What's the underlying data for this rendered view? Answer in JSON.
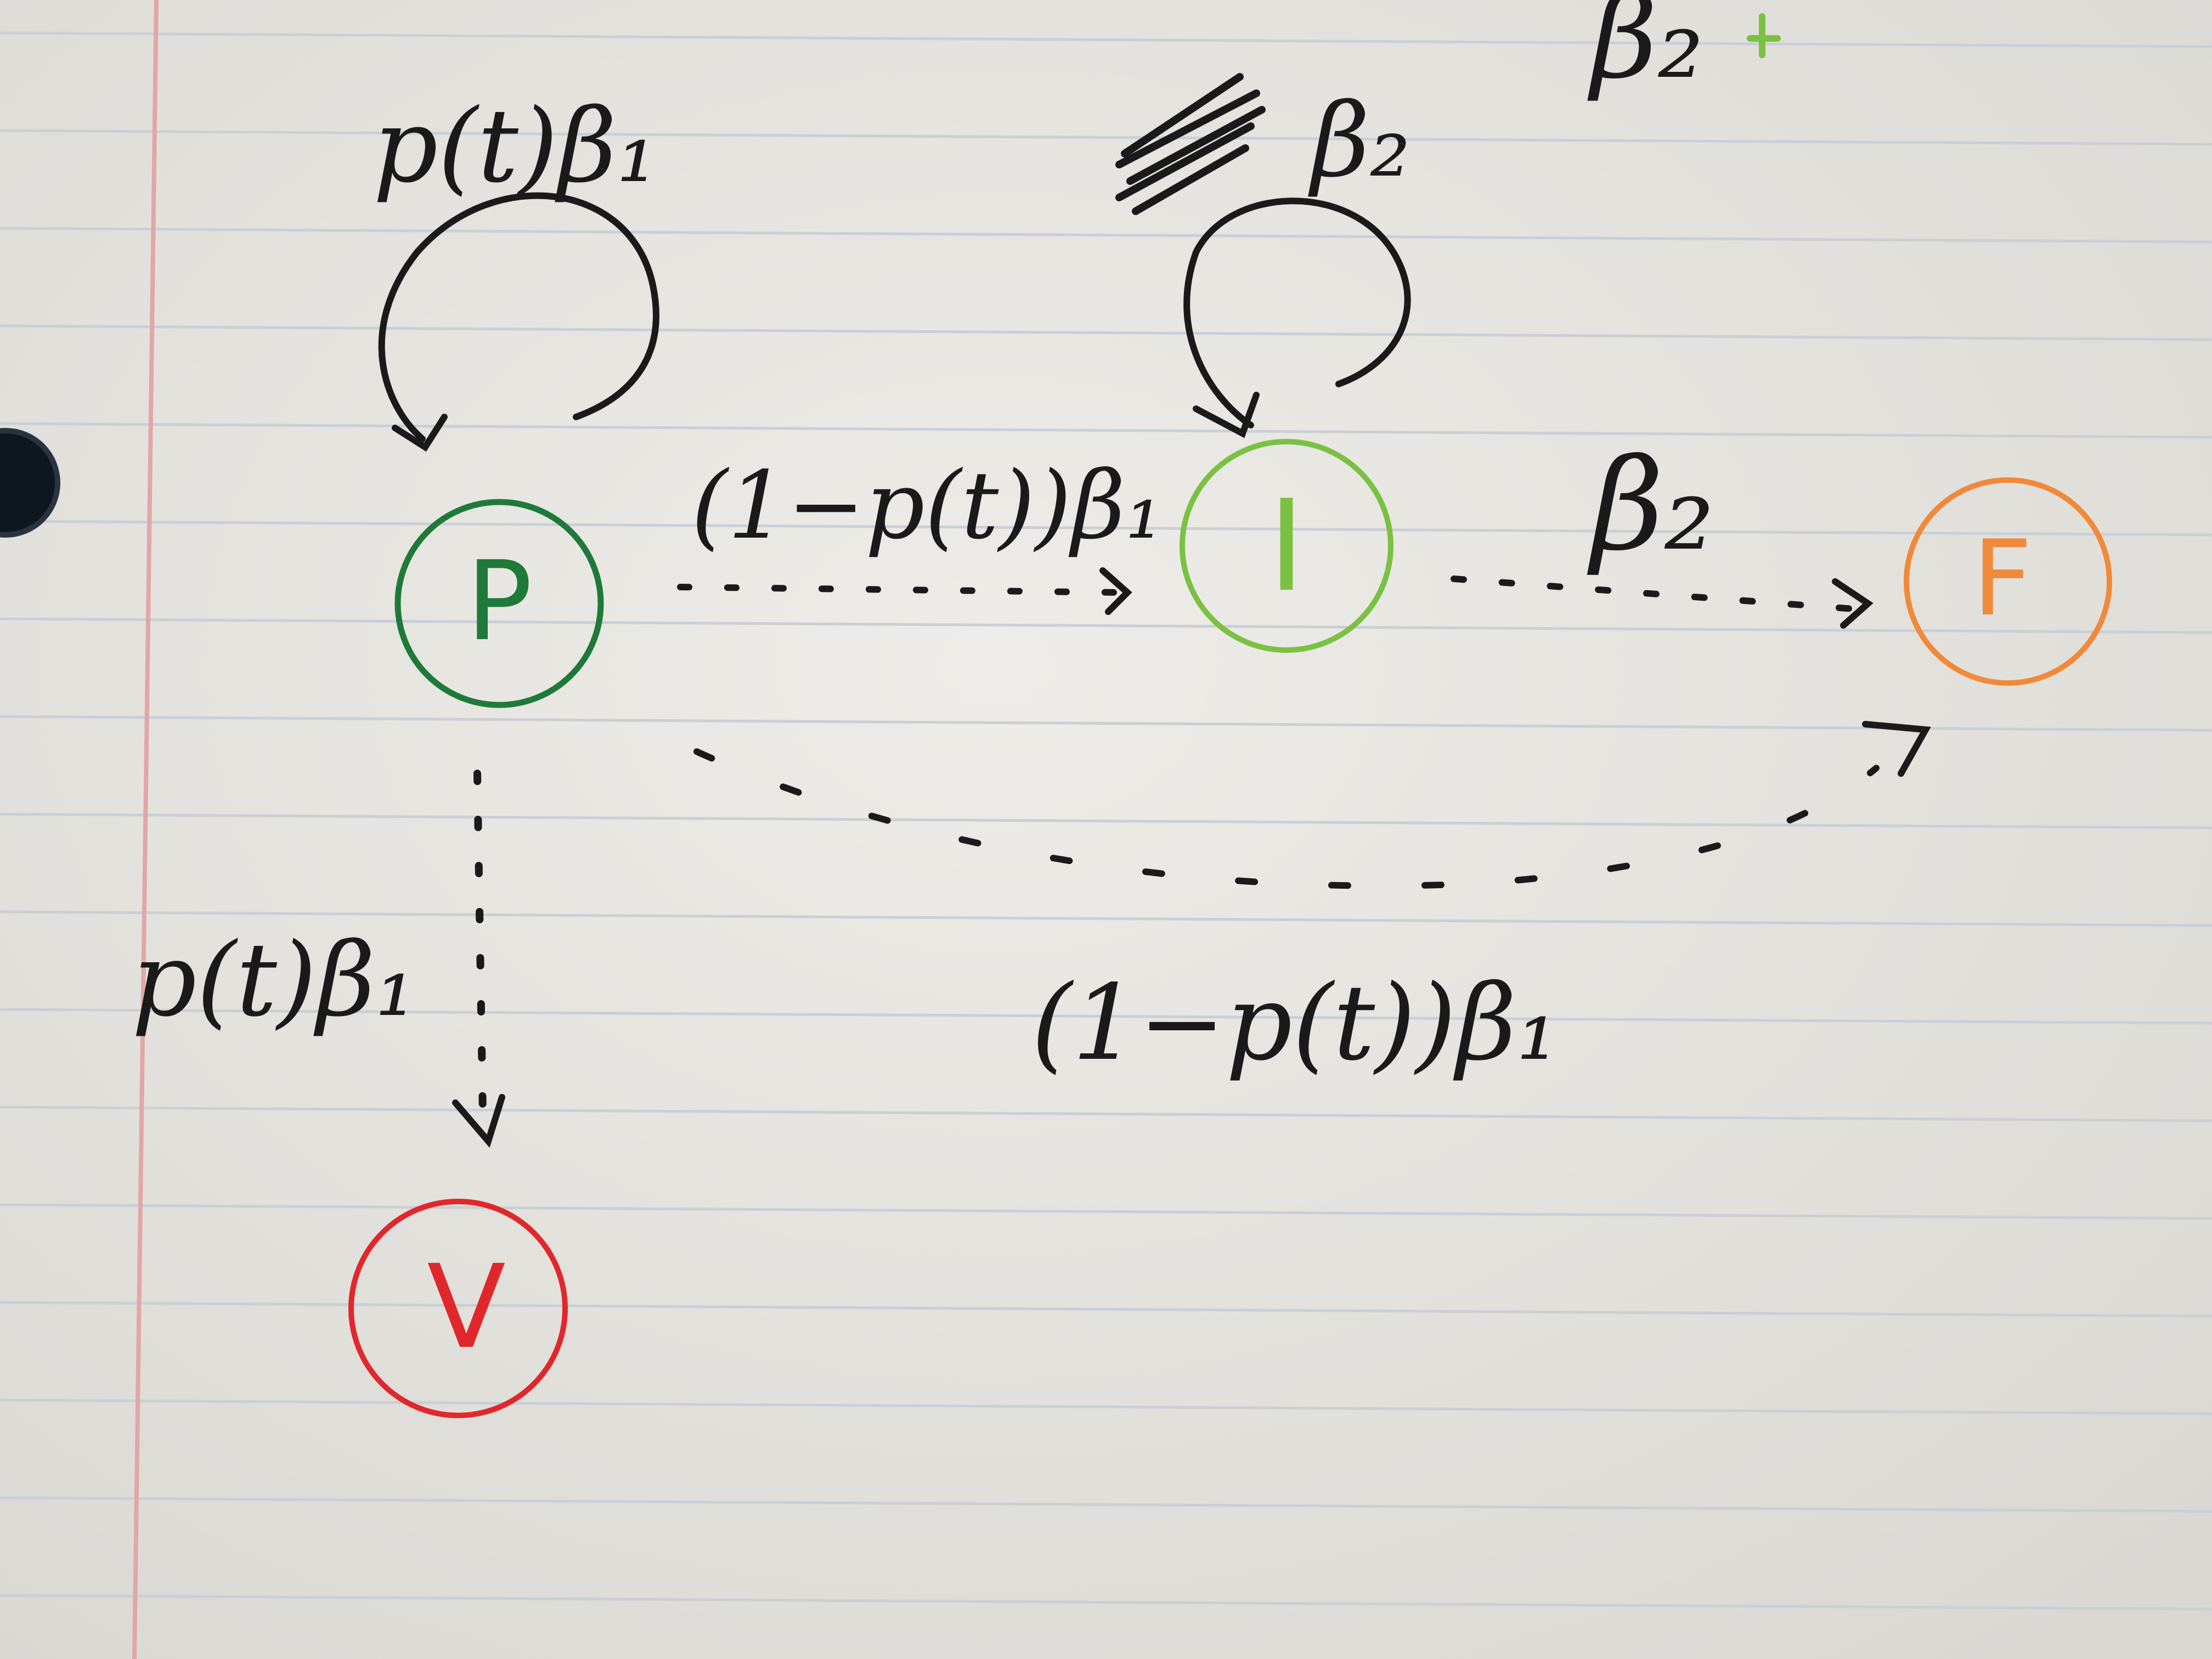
{
  "nodes": {
    "p": {
      "letter": "P",
      "color": "#1f7a3a"
    },
    "i": {
      "letter": "I",
      "color": "#7ac142"
    },
    "f": {
      "letter": "F",
      "color": "#f08a3a"
    },
    "v": {
      "letter": "V",
      "color": "#e0282c"
    }
  },
  "edges": {
    "self_loop_p": "p(t)β₁",
    "self_loop_i": "β₂",
    "p_to_i": "(1−p(t))β₁",
    "i_to_f": "β₂",
    "p_to_v": "p(t)β₁",
    "p_to_f": "(1−p(t))β₁"
  },
  "corner_note": "β₂",
  "ink_color": "#1a1a1a",
  "paper": {
    "line_color": "#c9cfd6",
    "margin_color": "#e2a6a6"
  }
}
